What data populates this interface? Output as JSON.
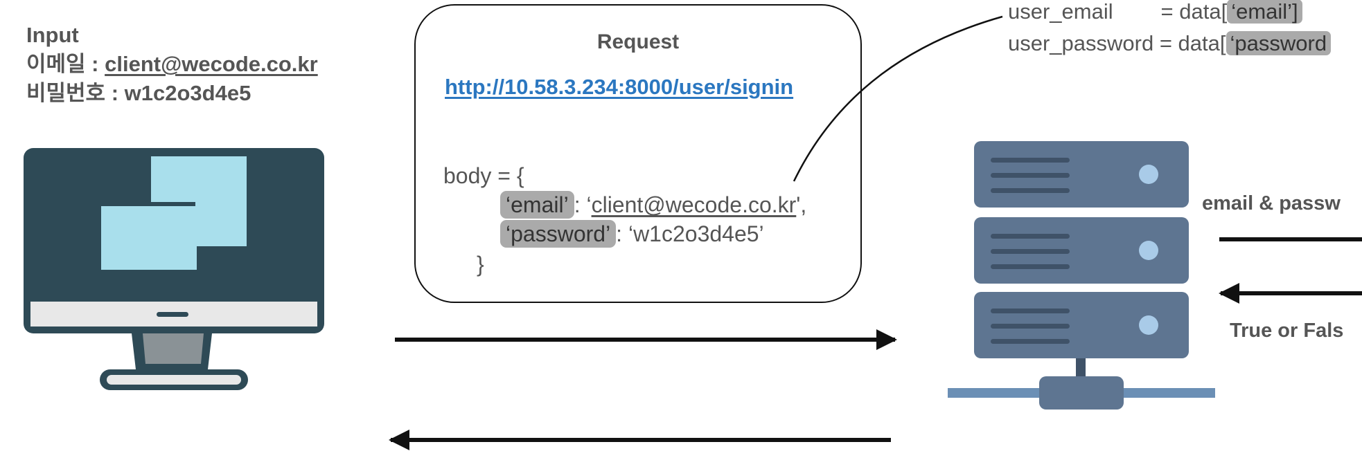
{
  "input": {
    "title": "Input",
    "email_label": "이메일 : ",
    "email_value": "client@wecode.co.kr",
    "password_label": "비밀번호 : ",
    "password_value": "w1c2o3d4e5"
  },
  "request": {
    "title": "Request",
    "url": "http://10.58.3.234:8000/user/signin",
    "body_open": "body = {",
    "email_key": "‘email’",
    "email_sep": ": ‘",
    "email_value": "client@wecode.co.kr",
    "email_end": "',",
    "password_key": "‘password’",
    "password_value": ": ‘w1c2o3d4e5’",
    "body_close": "}"
  },
  "server_code": {
    "line1_var": "user_email",
    "line1_eq": "= data[",
    "line1_key": "‘email’]",
    "line2_var": "user_password = data[",
    "line2_key": "‘password"
  },
  "labels": {
    "email_password": "email & passw",
    "true_false": "True or Fals"
  },
  "colors": {
    "monitor_dark": "#2e4a56",
    "screen_window": "#a9dfec",
    "server_body": "#5e7591",
    "server_light": "#a9cbe8",
    "network_bar": "#6b8fb5",
    "link": "#2b77c0",
    "pill": "#aaaaaa"
  }
}
